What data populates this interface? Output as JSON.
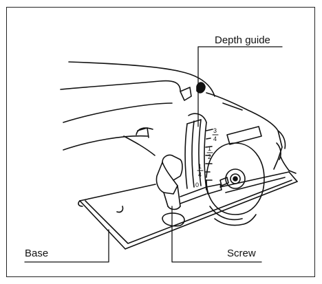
{
  "callouts": {
    "depth_guide": "Depth guide",
    "base": "Base",
    "screw": "Screw"
  },
  "depth_scale": {
    "marks": [
      "3/4",
      "1/2",
      "1/4",
      "0"
    ]
  },
  "colors": {
    "ink": "#111111",
    "paper": "#ffffff"
  }
}
